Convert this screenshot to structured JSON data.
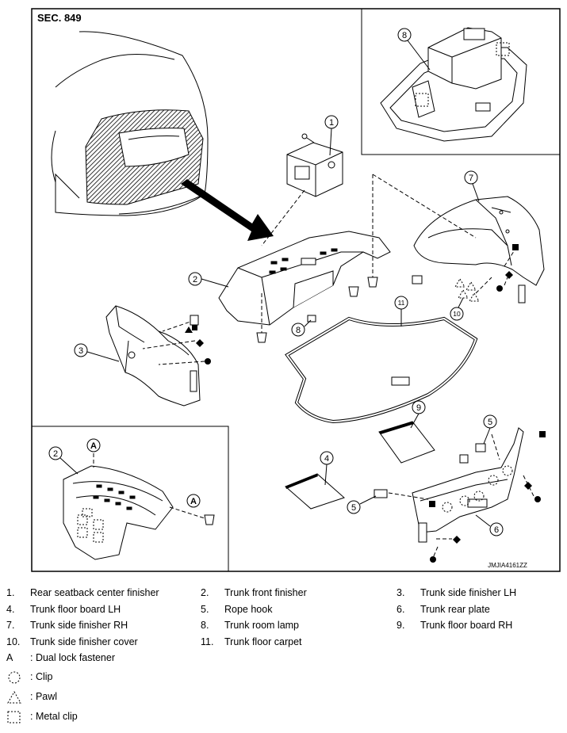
{
  "diagram": {
    "section": "SEC. 849",
    "code": "JMJIA4161ZZ",
    "callouts": [
      "1",
      "2",
      "3",
      "4",
      "5",
      "6",
      "7",
      "8",
      "9",
      "10",
      "11",
      "A"
    ]
  },
  "legend": {
    "parts": [
      {
        "num": "1.",
        "name": "Rear seatback center finisher"
      },
      {
        "num": "2.",
        "name": "Trunk front finisher"
      },
      {
        "num": "3.",
        "name": "Trunk side finisher LH"
      },
      {
        "num": "4.",
        "name": "Trunk floor board LH"
      },
      {
        "num": "5.",
        "name": "Rope hook"
      },
      {
        "num": "6.",
        "name": "Trunk rear plate"
      },
      {
        "num": "7.",
        "name": "Trunk side finisher RH"
      },
      {
        "num": "8.",
        "name": "Trunk room lamp"
      },
      {
        "num": "9.",
        "name": "Trunk floor board RH"
      },
      {
        "num": "10.",
        "name": "Trunk side finisher cover"
      },
      {
        "num": "11.",
        "name": "Trunk floor carpet"
      }
    ],
    "fastener": {
      "key": "A",
      "text": ": Dual lock fastener"
    },
    "symbols": [
      {
        "icon": "clip-dashed-circle-icon",
        "text": ": Clip"
      },
      {
        "icon": "pawl-dashed-triangle-icon",
        "text": ": Pawl"
      },
      {
        "icon": "metal-clip-dashed-square-icon",
        "text": ": Metal clip"
      }
    ]
  }
}
